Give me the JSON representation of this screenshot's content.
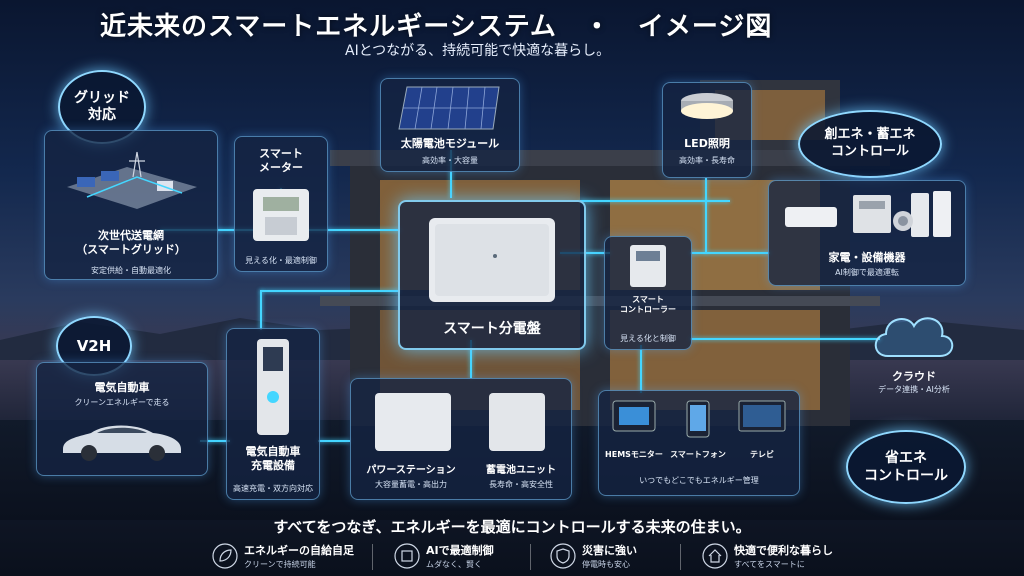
{
  "title": "近未来のスマートエネルギーシステム　・　イメージ図",
  "subtitle": "AIとつながる、持続可能で快適な暮らし。",
  "badges": {
    "grid": "グリッド\n対応",
    "v2h": "V2H",
    "create_store": "創エネ・蓄エネ\nコントロール",
    "save": "省エネ\nコントロール"
  },
  "components": {
    "smart_grid": {
      "label": "次世代送電網\n（スマートグリッド）",
      "sub": "安定供給・自動最適化"
    },
    "smart_meter": {
      "label": "スマート\nメーター",
      "sub": "見える化・最適制御"
    },
    "solar": {
      "label": "太陽電池モジュール",
      "sub": "高効率・大容量"
    },
    "led": {
      "label": "LED照明",
      "sub": "高効率・長寿命"
    },
    "appliances": {
      "label": "家電・設備機器",
      "sub": "AI制御で最適運転"
    },
    "distribution_board": {
      "label": "スマート分電盤"
    },
    "controller": {
      "label": "スマート\nコントローラー",
      "sub": "見える化と制御"
    },
    "cloud": {
      "label": "クラウド",
      "sub": "データ連携・AI分析"
    },
    "ev": {
      "label": "電気自動車",
      "sub": "クリーンエネルギーで走る"
    },
    "charger": {
      "label": "電気自動車\n充電設備",
      "sub": "高速充電・双方向対応"
    },
    "power_station": {
      "label": "パワーステーション",
      "sub": "大容量蓄電・高出力"
    },
    "battery": {
      "label": "蓄電池ユニット",
      "sub": "長寿命・高安全性"
    },
    "devices": {
      "labels": [
        "HEMSモニター",
        "スマートフォン",
        "テレビ"
      ],
      "sub": "いつでもどこでもエネルギー管理"
    }
  },
  "tagline": "すべてをつなぎ、エネルギーを最適にコントロールする未来の住まい。",
  "features": [
    {
      "title": "エネルギーの自給自足",
      "sub": "クリーンで持続可能",
      "icon": "leaf-icon"
    },
    {
      "title": "AIで最適制御",
      "sub": "ムダなく、賢く",
      "icon": "ai-chip-icon"
    },
    {
      "title": "災害に強い",
      "sub": "停電時も安心",
      "icon": "shield-icon"
    },
    {
      "title": "快適で便利な暮らし",
      "sub": "すべてをスマートに",
      "icon": "home-icon"
    }
  ],
  "colors": {
    "accent": "#44d6ff",
    "panel_border": "#78c8ff",
    "bg": "#0a1630"
  }
}
